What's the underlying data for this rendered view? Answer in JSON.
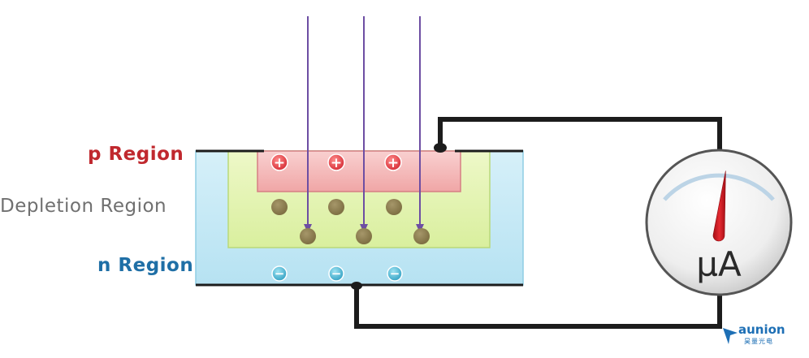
{
  "labels": {
    "p_region": "p Region",
    "depletion_region": "Depletion Region",
    "n_region": "n Region"
  },
  "meter": {
    "unit": "µA",
    "needle_level": 0.55
  },
  "charges": {
    "holes": [
      "+",
      "+",
      "+"
    ],
    "electrons": [
      "−",
      "−",
      "−"
    ],
    "depleted_count": 6
  },
  "light_rays": 3,
  "logo": {
    "brand": "aunion",
    "sub": "昊量光电"
  },
  "colors": {
    "p_label": "#c0282e",
    "depletion_label": "#707070",
    "n_label": "#1f6fa6",
    "p_region_fill": "#f6b9b9",
    "depletion_fill": "#e3f3b3",
    "n_region_fill": "#c7eaf6",
    "ray": "#6d4ea3",
    "wire": "#1c1c1c",
    "charge_pos": "#e0323a",
    "charge_neg": "#39a9c9",
    "dot": "#8a7a4c",
    "needle": "#c8141c",
    "logo": "#1d6fb5"
  }
}
